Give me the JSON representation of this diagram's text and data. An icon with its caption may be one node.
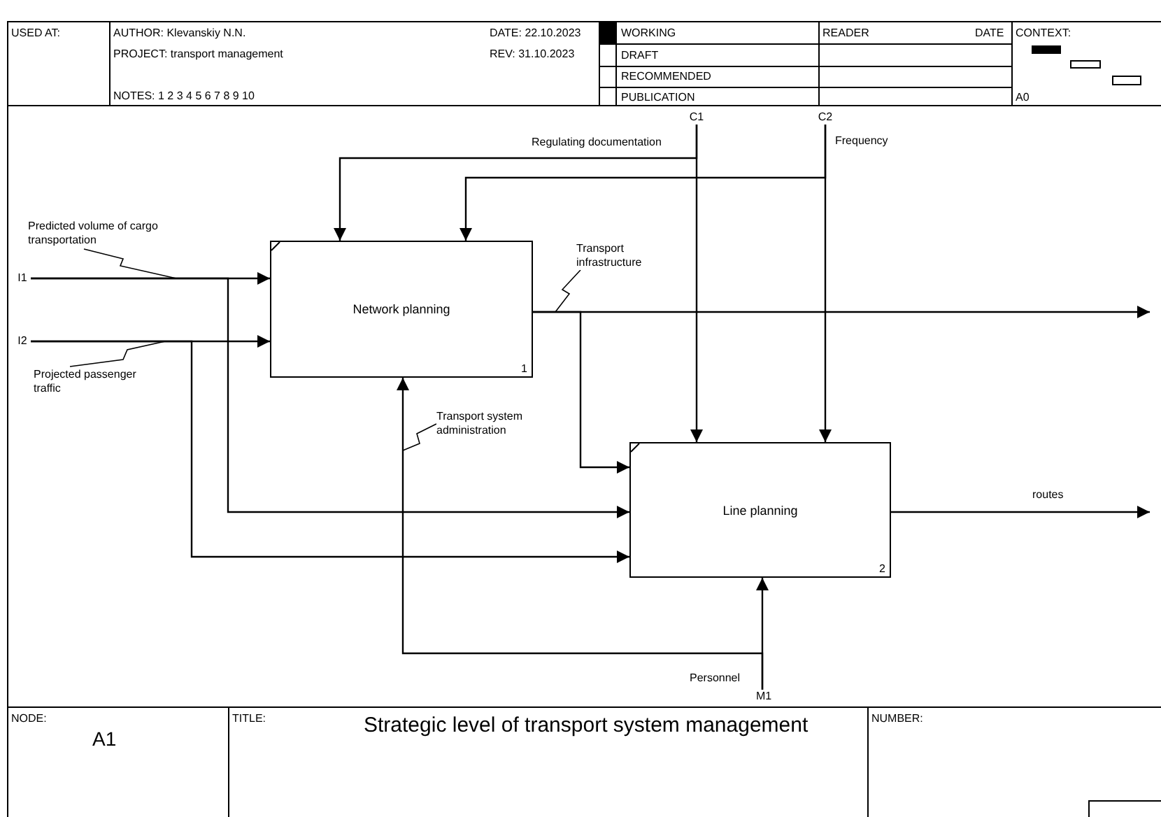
{
  "diagram": {
    "title": "Strategic level of transport system management",
    "nodes": [
      {
        "text": [
          "Network planning",
          "1"
        ]
      },
      {
        "text": [
          "Line planning",
          "2"
        ]
      },
      {
        "text": [
          "I1"
        ]
      },
      {
        "text": [
          "I2"
        ]
      },
      {
        "text": [
          "C1"
        ]
      },
      {
        "text": [
          "C2"
        ]
      },
      {
        "text": [
          "M1"
        ]
      }
    ],
    "edges": [
      {
        "from": 2,
        "to": 0,
        "arrow": "to",
        "label": "Predicted volume of cargo transportation"
      },
      {
        "from": 2,
        "to": 1,
        "arrow": "to"
      },
      {
        "from": 3,
        "to": 0,
        "arrow": "to",
        "label": "Projected passenger traffic"
      },
      {
        "from": 3,
        "to": 1,
        "arrow": "to"
      },
      {
        "from": 4,
        "to": 0,
        "arrow": "to",
        "label": "Regulating documentation"
      },
      {
        "from": 4,
        "to": 1,
        "arrow": "to"
      },
      {
        "from": 5,
        "to": 0,
        "arrow": "to",
        "label": "Frequency"
      },
      {
        "from": 5,
        "to": 1,
        "arrow": "to"
      },
      {
        "from": 0,
        "to": null,
        "arrow": "to",
        "label": "Transport infrastructure"
      },
      {
        "from": 0,
        "to": 1,
        "arrow": "to"
      },
      {
        "from": 6,
        "to": 0,
        "arrow": "to",
        "label": "Transport system administration"
      },
      {
        "from": 6,
        "to": 1,
        "arrow": "to",
        "label": "Personnel"
      },
      {
        "from": 1,
        "to": null,
        "arrow": "to",
        "label": "routes"
      }
    ],
    "labels": [
      "USED AT:",
      "AUTHOR: Klevanskiy N.N.",
      "PROJECT: transport management",
      "NOTES: 1 2 3 4 5 6 7 8 9 10",
      "DATE: 22.10.2023",
      "REV: 31.10.2023",
      "WORKING",
      "DRAFT",
      "RECOMMENDED",
      "PUBLICATION",
      "READER",
      "DATE",
      "CONTEXT:",
      "A0",
      "NODE:",
      "A1",
      "TITLE:",
      "NUMBER:"
    ]
  }
}
